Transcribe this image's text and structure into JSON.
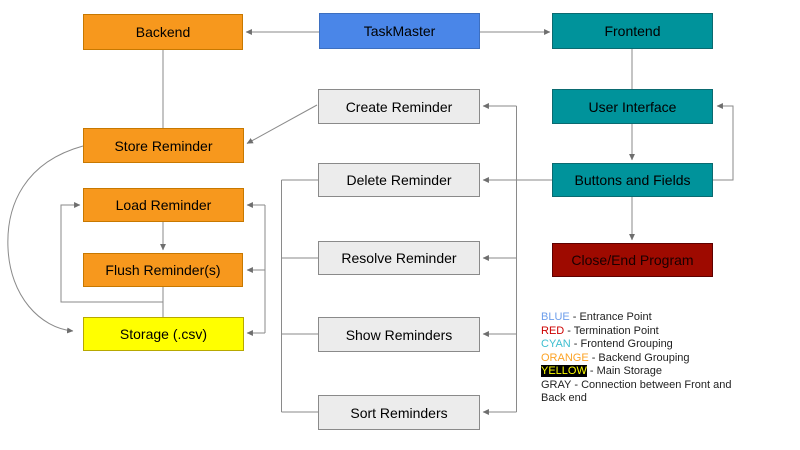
{
  "diagram": {
    "nodes": {
      "taskmaster": {
        "label": "TaskMaster",
        "color": "#4a86e8"
      },
      "backend": {
        "label": "Backend",
        "color": "#f7981d"
      },
      "frontend": {
        "label": "Frontend",
        "color": "#00939b"
      },
      "store_reminder": {
        "label": "Store Reminder",
        "color": "#f7981d"
      },
      "create_reminder": {
        "label": "Create Reminder",
        "color": "#ececec"
      },
      "user_interface": {
        "label": "User Interface",
        "color": "#00939b"
      },
      "load_reminder": {
        "label": "Load Reminder",
        "color": "#f7981d"
      },
      "delete_reminder": {
        "label": "Delete Reminder",
        "color": "#ececec"
      },
      "buttons_and_fields": {
        "label": "Buttons and Fields",
        "color": "#00939b"
      },
      "flush_reminder": {
        "label": "Flush Reminder(s)",
        "color": "#f7981d"
      },
      "resolve_reminder": {
        "label": "Resolve Reminder",
        "color": "#ececec"
      },
      "close_end_program": {
        "label": "Close/End Program",
        "color": "#9e0a00"
      },
      "storage_csv": {
        "label": "Storage (.csv)",
        "color": "#ffff00"
      },
      "show_reminders": {
        "label": "Show Reminders",
        "color": "#ececec"
      },
      "sort_reminders": {
        "label": "Sort Reminders",
        "color": "#ececec"
      }
    },
    "legend": {
      "items": [
        {
          "term": "BLUE",
          "desc": "- Entrance Point",
          "color": "#6d9eeb"
        },
        {
          "term": "RED",
          "desc": "- Termination Point",
          "color": "#cc0000"
        },
        {
          "term": "CYAN",
          "desc": "- Frontend Grouping",
          "color": "#3ebfd0"
        },
        {
          "term": "ORANGE",
          "desc": "- Backend Grouping",
          "color": "#fca326"
        },
        {
          "term": "YELLOW",
          "desc": "- Main Storage",
          "color": "#ffff00",
          "highlight": "#000000"
        },
        {
          "term": "GRAY",
          "desc": "- Connection between Front and Back end",
          "color": "#1f1f1f"
        }
      ]
    },
    "line_color": "#8a8a8a"
  }
}
